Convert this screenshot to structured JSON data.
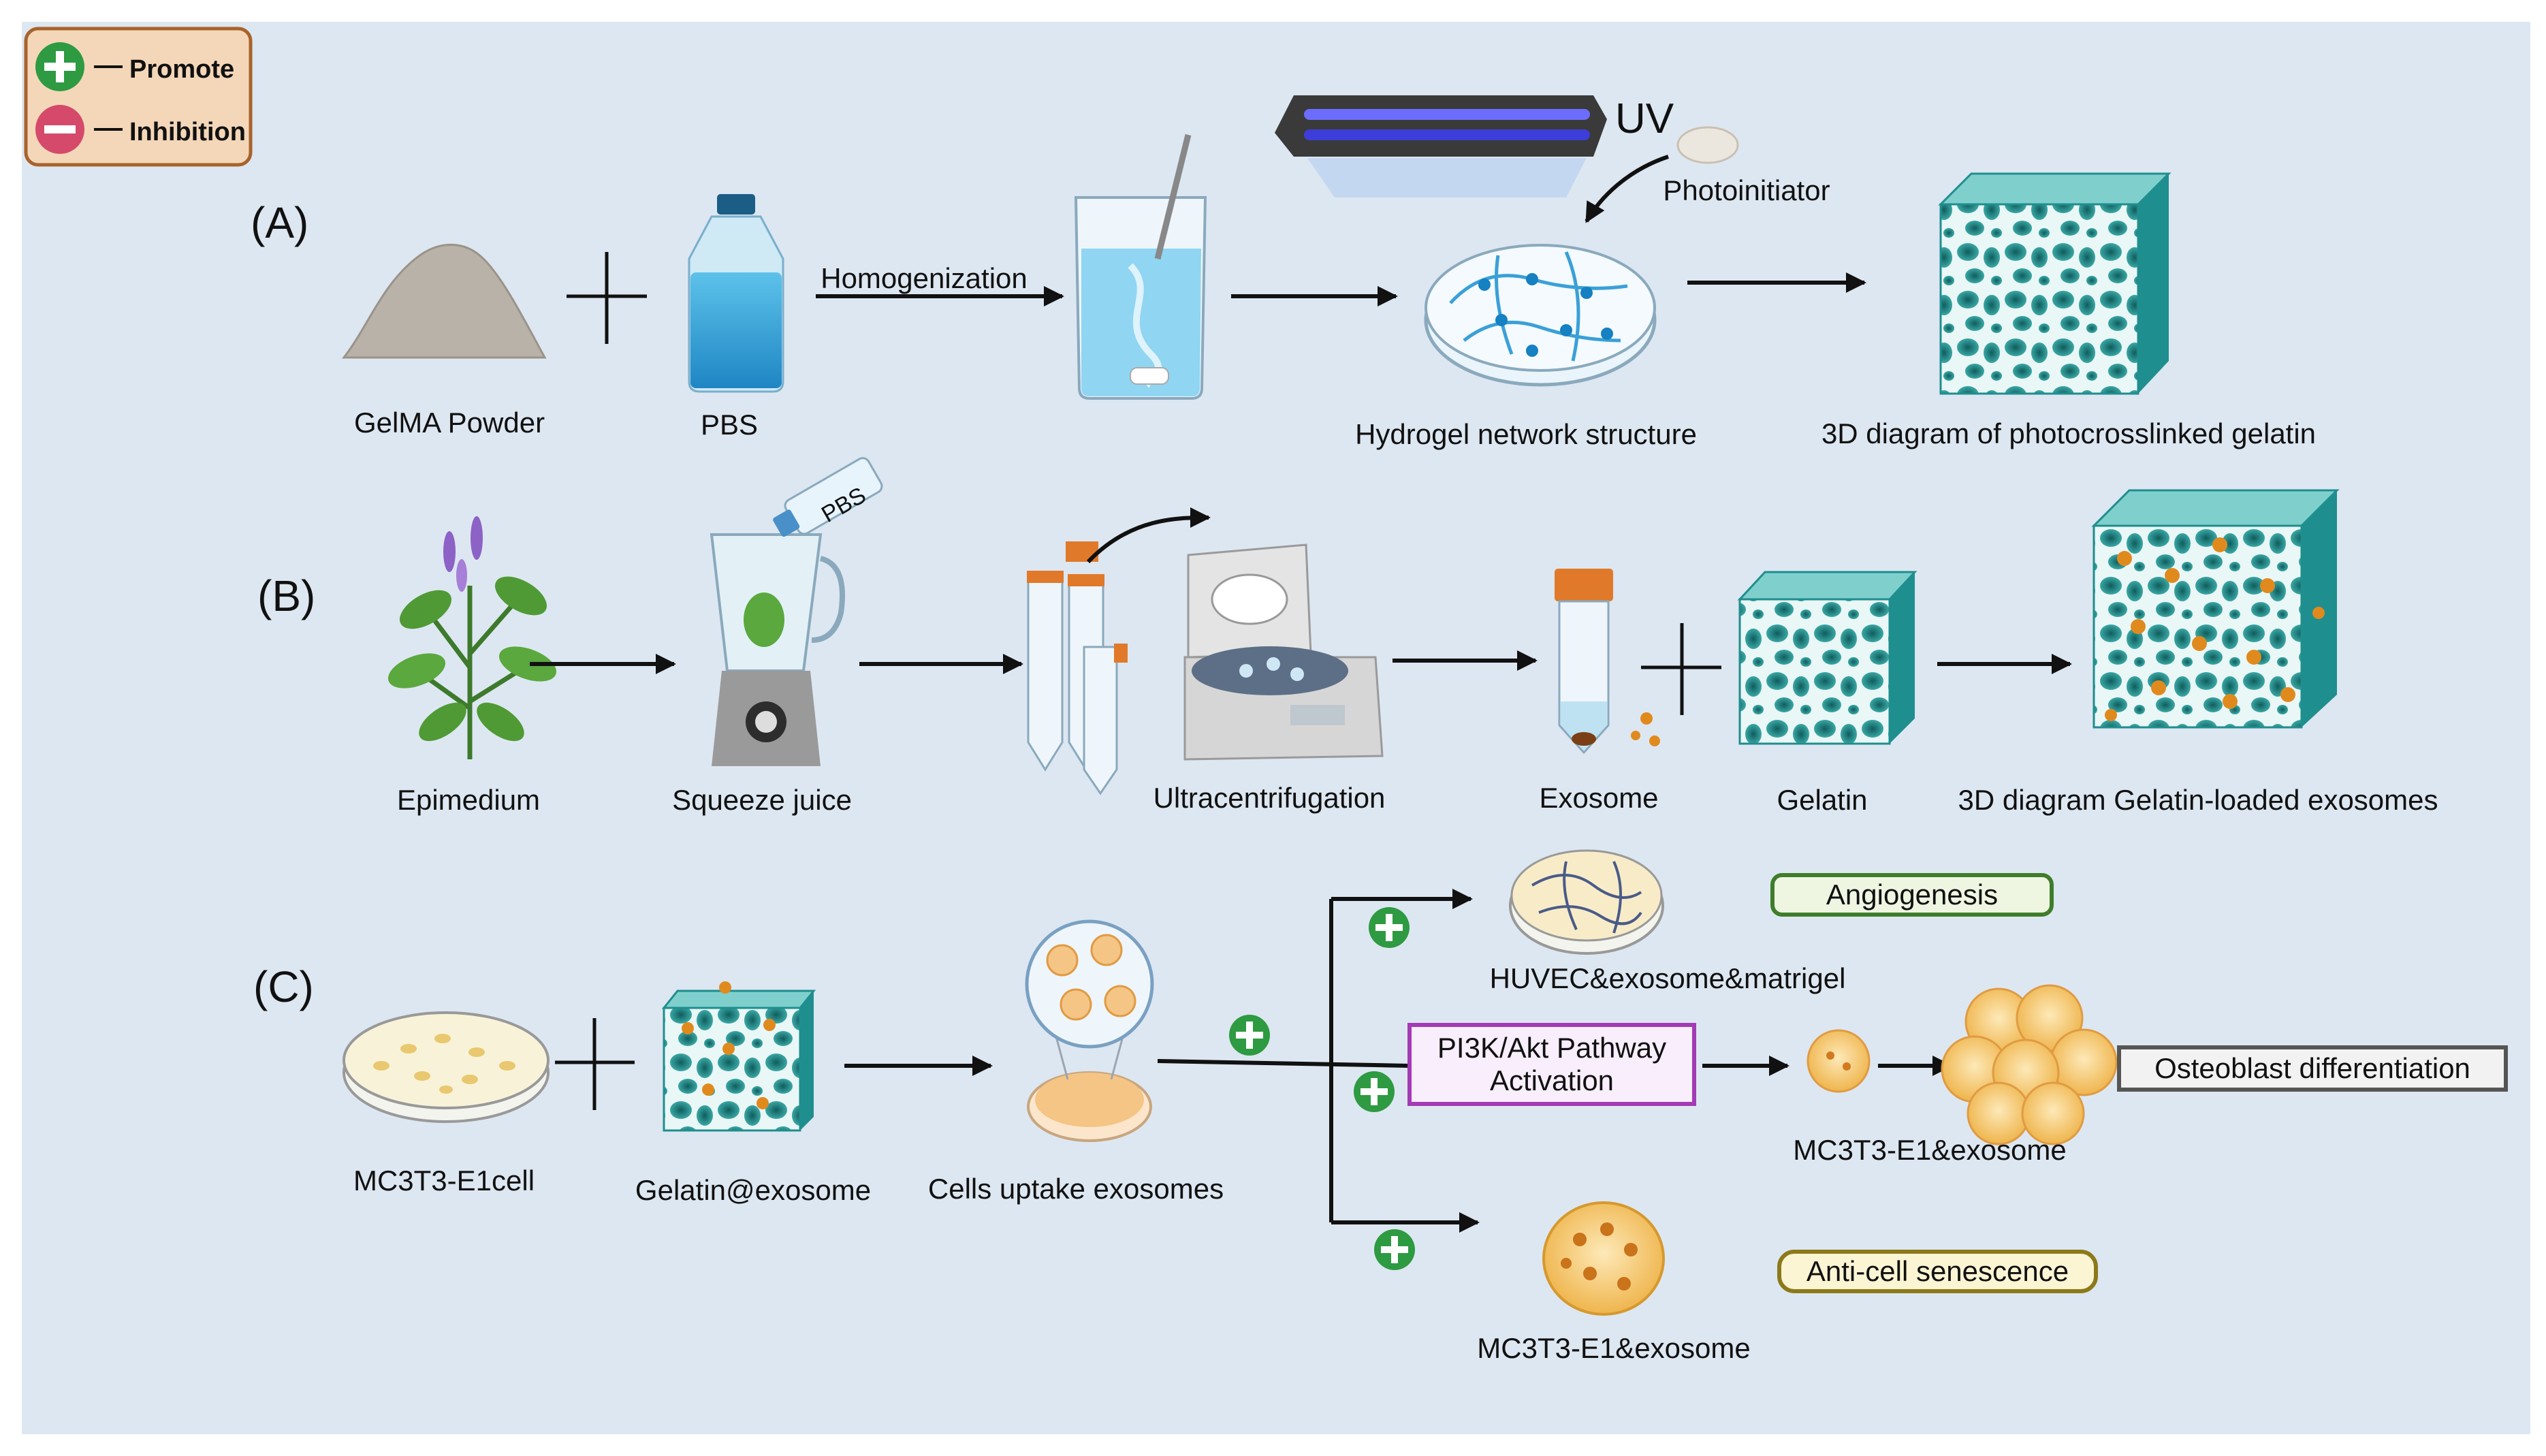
{
  "legend": {
    "promote": "Promote",
    "inhibition": "Inhibition"
  },
  "sections": {
    "a": "(A)",
    "b": "(B)",
    "c": "(C)"
  },
  "row_a": {
    "gelma_powder": "GelMA Powder",
    "pbs": "PBS",
    "homogenization": "Homogenization",
    "uv": "UV",
    "photoinitiator": "Photoinitiator",
    "hydrogel_network": "Hydrogel network structure",
    "gelatin_3d": "3D diagram of photocrosslinked gelatin"
  },
  "row_b": {
    "epimedium": "Epimedium",
    "pbs_bottle": "PBS",
    "squeeze_juice": "Squeeze juice",
    "ultracentrifugation": "Ultracentrifugation",
    "exosome": "Exosome",
    "gelatin": "Gelatin",
    "gelatin_loaded": "3D diagram Gelatin-loaded exosomes"
  },
  "row_c": {
    "mc3t3_cell": "MC3T3-E1cell",
    "gelatin_exosome": "Gelatin@exosome",
    "cells_uptake": "Cells uptake  exosomes",
    "huvec": "HUVEC&exosome&matrigel",
    "angiogenesis": "Angiogenesis",
    "pi3k_line1": "PI3K/Akt Pathway",
    "pi3k_line2": "Activation",
    "mc3t3_exosome_mid": "MC3T3-E1&exosome",
    "osteoblast": "Osteoblast differentiation",
    "anti_senescence": "Anti-cell senescence",
    "mc3t3_exosome_bottom": "MC3T3-E1&exosome"
  },
  "colors": {
    "background": "#dde7f1",
    "promote_green": "#2e9a41",
    "inhibit_red": "#d5496b",
    "legend_fill": "#f4d7b8",
    "legend_border": "#a8632c",
    "angiogenesis_border": "#3f7d2b",
    "angiogenesis_fill": "#eef6e2",
    "pi3k_border": "#a43ab5",
    "pi3k_fill": "#f8eefc",
    "osteoblast_border": "#555555",
    "osteoblast_fill": "#f2f2f2",
    "senescence_border": "#8c7a1a",
    "senescence_fill": "#fbf5d4",
    "gel_teal": "#1f8e8e",
    "gel_light": "#7fd0cd",
    "exosome_orange": "#e08a1e"
  }
}
